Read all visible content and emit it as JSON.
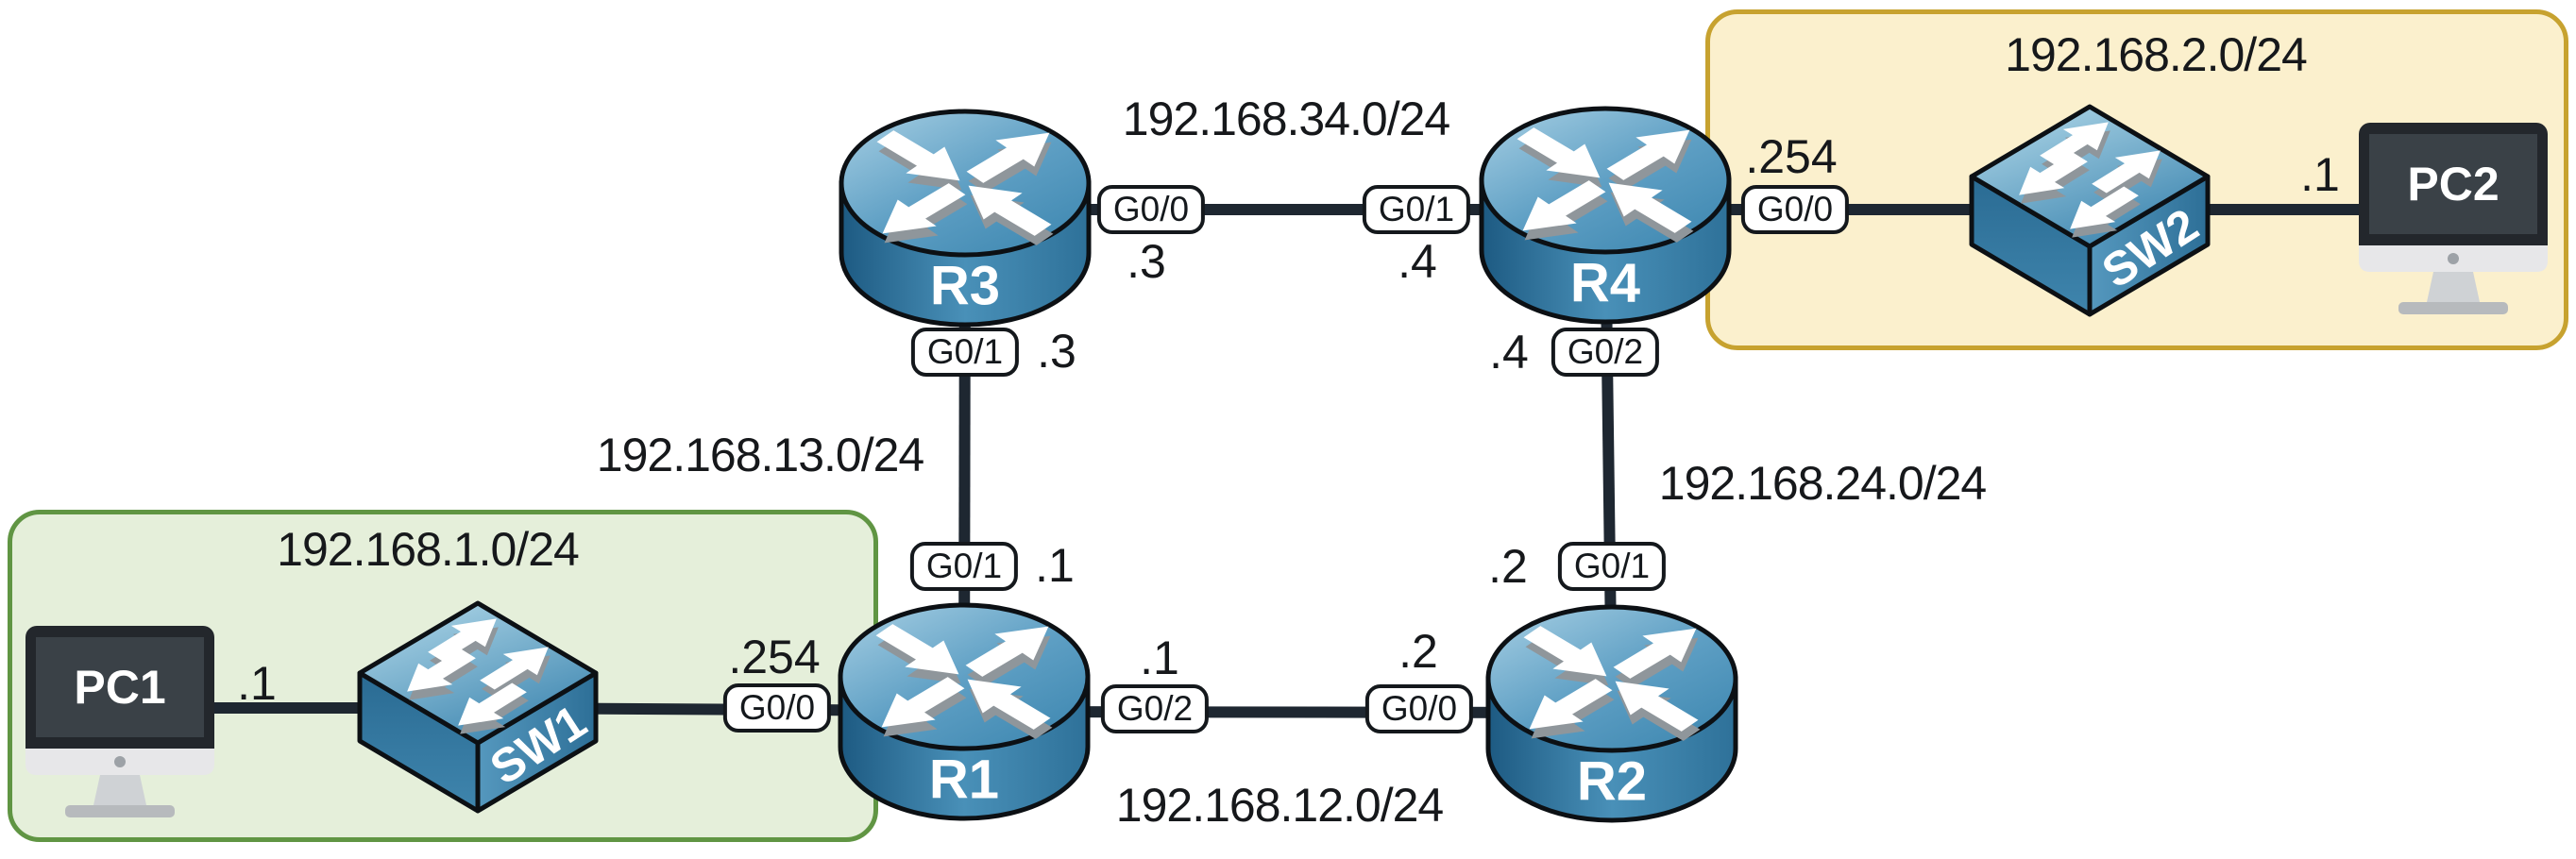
{
  "topology": {
    "kind": "network-topology-diagram",
    "devices": [
      {
        "id": "pc1",
        "label": "PC1",
        "type": "pc",
        "ip_suffix": ".1",
        "network": "192.168.1.0/24"
      },
      {
        "id": "sw1",
        "label": "SW1",
        "type": "switch",
        "network": "192.168.1.0/24"
      },
      {
        "id": "r1",
        "label": "R1",
        "type": "router"
      },
      {
        "id": "r2",
        "label": "R2",
        "type": "router"
      },
      {
        "id": "r3",
        "label": "R3",
        "type": "router"
      },
      {
        "id": "r4",
        "label": "R4",
        "type": "router"
      },
      {
        "id": "sw2",
        "label": "SW2",
        "type": "switch",
        "network": "192.168.2.0/24"
      },
      {
        "id": "pc2",
        "label": "PC2",
        "type": "pc",
        "ip_suffix": ".1",
        "network": "192.168.2.0/24"
      }
    ],
    "subnets": [
      {
        "id": "lan1",
        "text": "192.168.1.0/24",
        "zone": "green-box"
      },
      {
        "id": "lan2",
        "text": "192.168.2.0/24",
        "zone": "yellow-box"
      },
      {
        "id": "net12",
        "text": "192.168.12.0/24",
        "between": "R1-R2"
      },
      {
        "id": "net13",
        "text": "192.168.13.0/24",
        "between": "R3-R1"
      },
      {
        "id": "net24",
        "text": "192.168.24.0/24",
        "between": "R4-R2"
      },
      {
        "id": "net34",
        "text": "192.168.34.0/24",
        "between": "R3-R4"
      }
    ],
    "interfaces": [
      {
        "device": "R3",
        "name": "G0/0",
        "link": "R3-R4"
      },
      {
        "device": "R4",
        "name": "G0/1",
        "link": "R3-R4"
      },
      {
        "device": "R4",
        "name": "G0/0",
        "link": "R4-SW2"
      },
      {
        "device": "R3",
        "name": "G0/1",
        "link": "R3-R1"
      },
      {
        "device": "R1",
        "name": "G0/1",
        "link": "R3-R1"
      },
      {
        "device": "R4",
        "name": "G0/2",
        "link": "R4-R2"
      },
      {
        "device": "R2",
        "name": "G0/1",
        "link": "R4-R2"
      },
      {
        "device": "R1",
        "name": "G0/2",
        "link": "R1-R2"
      },
      {
        "device": "R2",
        "name": "G0/0",
        "link": "R1-R2"
      },
      {
        "device": "R1",
        "name": "G0/0",
        "link": "SW1-R1"
      }
    ],
    "ip_suffix_labels": [
      {
        "text": ".3",
        "device": "R3",
        "interface": "G0/0"
      },
      {
        "text": ".4",
        "device": "R4",
        "interface": "G0/1"
      },
      {
        "text": ".254",
        "device": "R4",
        "interface": "G0/0"
      },
      {
        "text": ".3",
        "device": "R3",
        "interface": "G0/1"
      },
      {
        "text": ".1",
        "device": "R1",
        "interface": "G0/1"
      },
      {
        "text": ".4",
        "device": "R4",
        "interface": "G0/2"
      },
      {
        "text": ".2",
        "device": "R2",
        "interface": "G0/1"
      },
      {
        "text": ".1",
        "device": "R1",
        "interface": "G0/2"
      },
      {
        "text": ".2",
        "device": "R2",
        "interface": "G0/0"
      },
      {
        "text": ".254",
        "device": "R1",
        "interface": "G0/0"
      },
      {
        "text": ".1",
        "device": "PC1"
      },
      {
        "text": ".1",
        "device": "PC2"
      }
    ],
    "colors": {
      "link": "#1e2731",
      "lan1_fill": "#e5efda",
      "lan1_border": "#609543",
      "lan2_fill": "#fbf0cd",
      "lan2_border": "#c7a22f",
      "device_blue_light": "#a8d0e4",
      "device_blue_dark": "#1d5a82",
      "pc_bezel": "#23272c",
      "pc_screen": "#3a4147",
      "label_text": "#16181b"
    }
  }
}
